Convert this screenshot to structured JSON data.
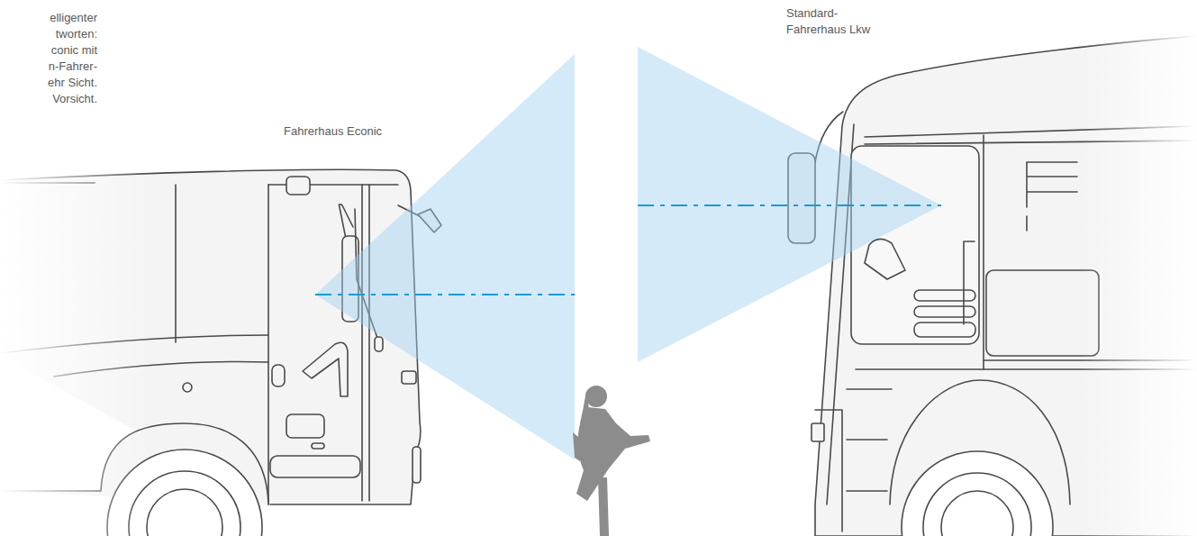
{
  "diagram": {
    "labels": [
      "elligenter",
      "tworten:",
      "conic mit",
      "n-Fahrer-",
      "ehr Sicht.",
      "Vorsicht.",
      "Fahrerhaus Econic",
      "Standard- Fahrerhaus Lkw"
    ]
  }
}
